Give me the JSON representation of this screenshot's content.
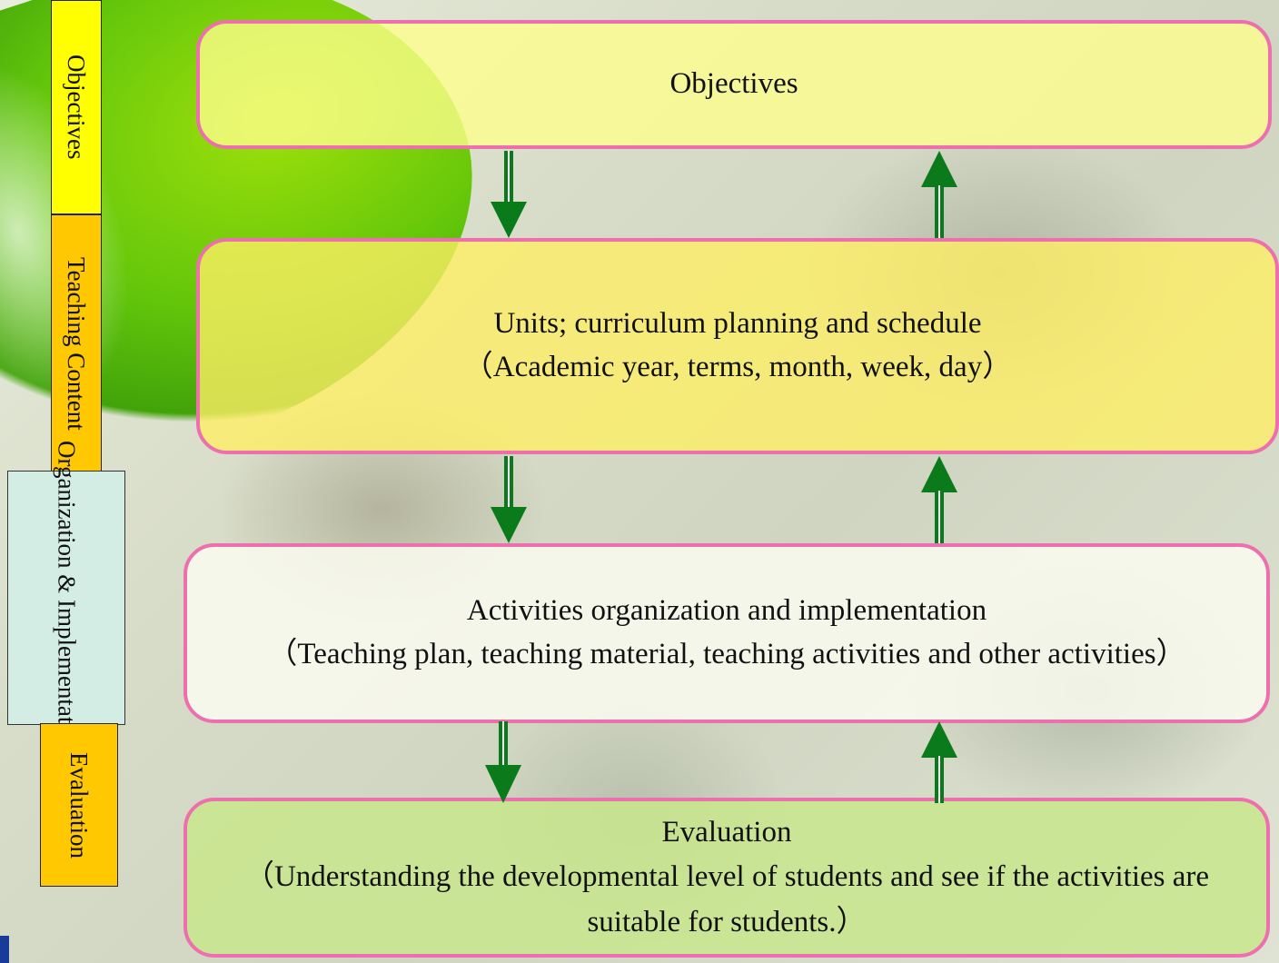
{
  "side_labels": {
    "objectives": "Objectives",
    "teaching_content": "Teaching Content",
    "organization_implementation": "Organization & Implementation",
    "evaluation": "Evaluation"
  },
  "boxes": {
    "objectives": {
      "title": "Objectives"
    },
    "units": {
      "title": "Units; curriculum planning and schedule",
      "detail": "（Academic year, terms, month, week, day）"
    },
    "activities": {
      "title": "Activities organization and implementation",
      "detail": "（Teaching plan, teaching material, teaching activities and other activities）"
    },
    "evaluation": {
      "title": "Evaluation",
      "detail": "（Understanding the developmental level of students and see if the activities are suitable for students.）"
    }
  },
  "colors": {
    "box_border": "#ee6fae",
    "arrow": "#0a7a1a",
    "label_yellow": "#ffff00",
    "label_orange": "#ffc800",
    "label_mint": "#d4ede4"
  }
}
